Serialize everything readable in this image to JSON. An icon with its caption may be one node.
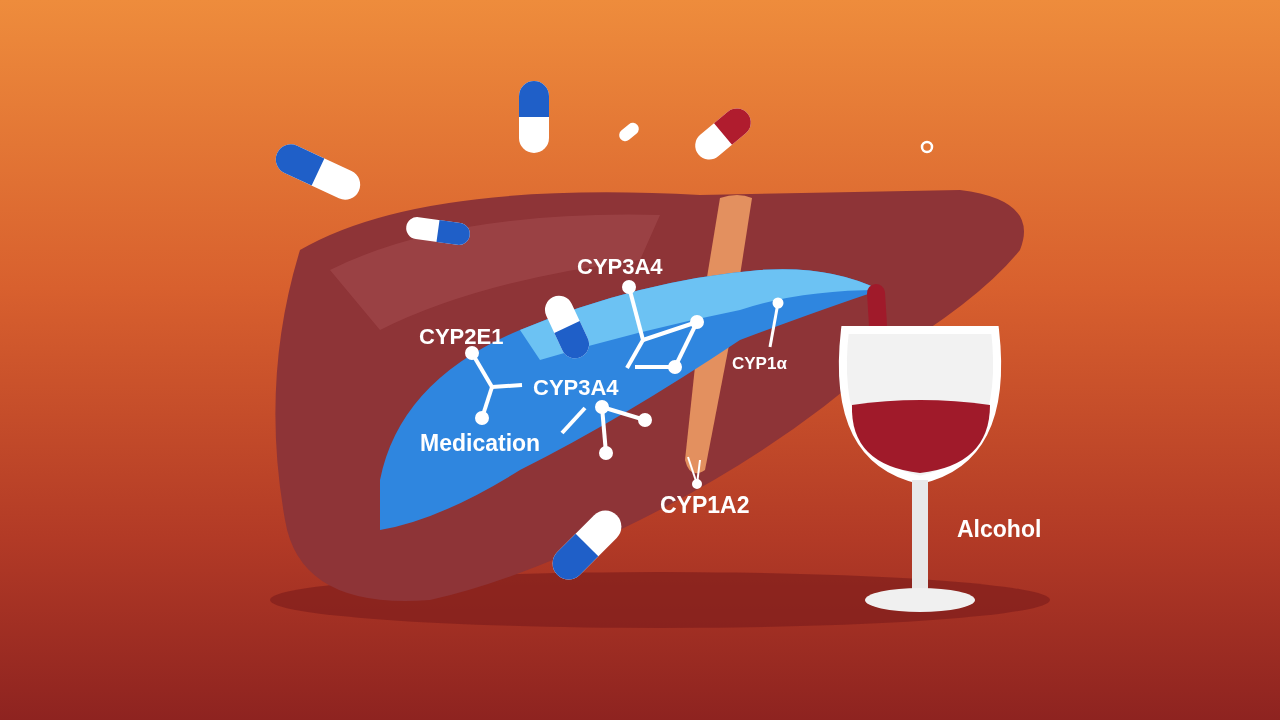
{
  "diagram": {
    "nodes": [
      {
        "text": [],
        "shape": "bar"
      }
    ],
    "labels": [
      "CYP3A4",
      "CYP2E1",
      "CYP3A4",
      "CYP1α",
      "Medication",
      "CYP1A2",
      "Alcohol"
    ]
  }
}
